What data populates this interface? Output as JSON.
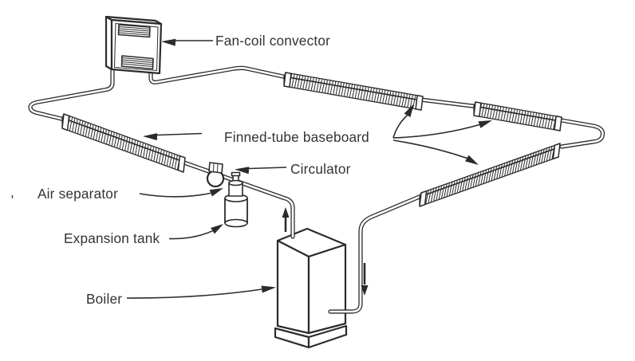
{
  "figure": {
    "type": "technical line diagram",
    "subject": "Series-loop hydronic heating system",
    "background": "#ffffff",
    "line_color": "#2b2b2b",
    "text_color": "#333333"
  },
  "labels": {
    "fan_coil": "Fan-coil convector",
    "finned_tube": "Finned-tube baseboard",
    "circulator": "Circulator",
    "air_separator": "Air separator",
    "expansion_tank": "Expansion tank",
    "boiler": "Boiler"
  },
  "stray_mark": ",",
  "components": {
    "fan_coil_convector_count": 1,
    "finned_tube_baseboard_count": 4,
    "circulator_count": 1,
    "air_separator_count": 1,
    "expansion_tank_count": 1,
    "boiler_count": 1
  },
  "flow_arrows": [
    {
      "direction": "up",
      "location": "supply pipe leaving boiler top"
    },
    {
      "direction": "down",
      "location": "return pipe entering boiler side"
    }
  ]
}
